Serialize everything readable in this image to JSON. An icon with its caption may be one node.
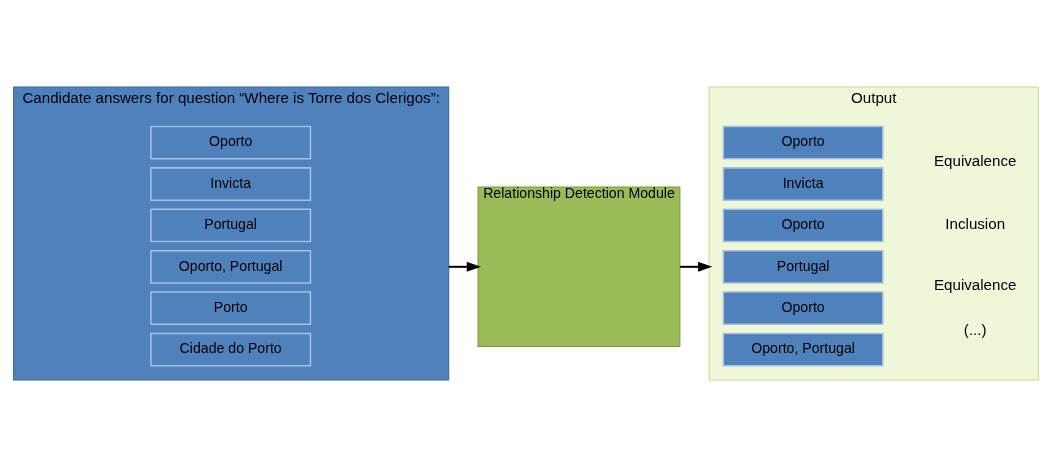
{
  "diagram": {
    "nodes": [
      {
        "text": [
          "Candidate answers for question “Where is Torre dos Clerigos”:"
        ]
      },
      {
        "text": [
          "Oporto"
        ],
        "in": 0
      },
      {
        "text": [
          "Invicta"
        ],
        "in": 0
      },
      {
        "text": [
          "Portugal"
        ],
        "in": 0
      },
      {
        "text": [
          "Oporto, Portugal"
        ],
        "in": 0
      },
      {
        "text": [
          "Porto"
        ],
        "in": 0
      },
      {
        "text": [
          "Cidade do Porto"
        ],
        "in": 0
      },
      {
        "text": [
          "Relationship Detection Module"
        ]
      },
      {
        "text": [
          "Output"
        ]
      },
      {
        "text": [
          "Oporto"
        ],
        "in": 8
      },
      {
        "text": [
          "Invicta"
        ],
        "in": 8
      },
      {
        "text": [
          "Oporto"
        ],
        "in": 8
      },
      {
        "text": [
          "Portugal"
        ],
        "in": 8
      },
      {
        "text": [
          "Oporto"
        ],
        "in": 8
      },
      {
        "text": [
          "Oporto, Portugal"
        ],
        "in": 8
      }
    ],
    "edges": [
      {
        "from": 0,
        "to": 7,
        "arrow": "to"
      },
      {
        "from": 7,
        "to": 8,
        "arrow": "to"
      }
    ],
    "labels": [
      "Equivalence",
      "Inclusion",
      "Equivalence",
      "(...)"
    ]
  }
}
